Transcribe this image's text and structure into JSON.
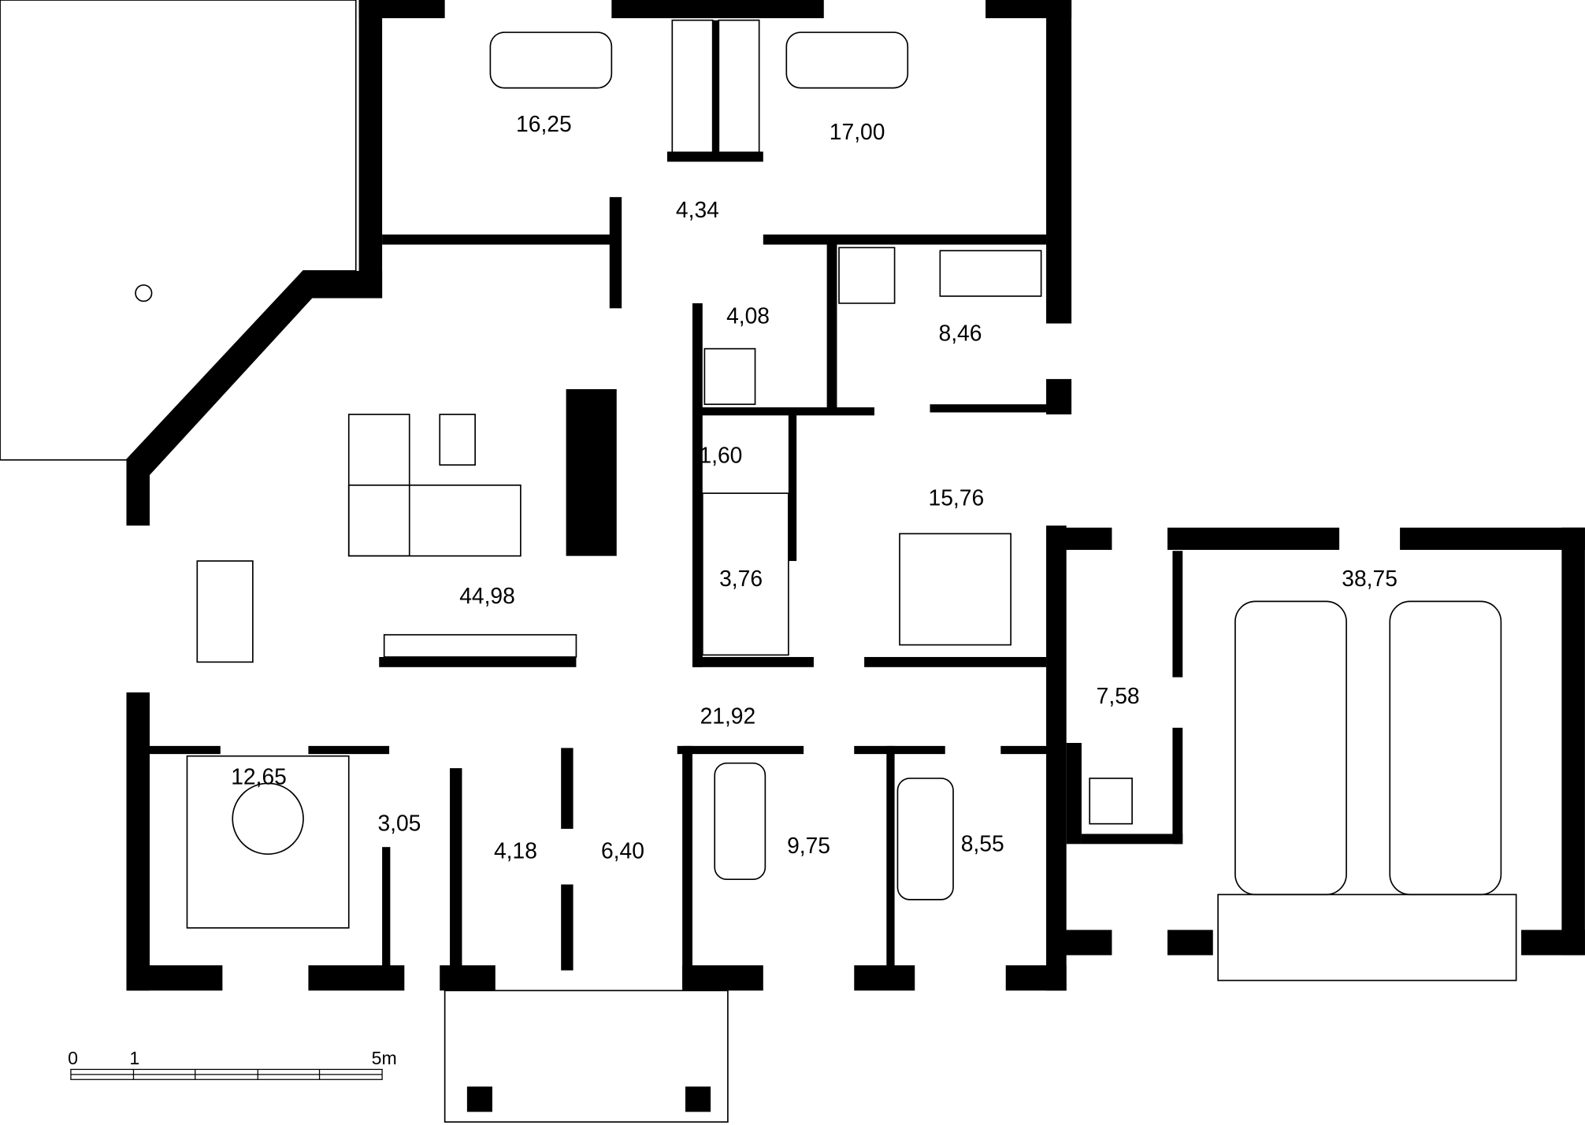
{
  "rooms": [
    {
      "id": "bedroom-1",
      "area": "16,25"
    },
    {
      "id": "bedroom-2",
      "area": "17,00"
    },
    {
      "id": "hall-upper",
      "area": "4,34"
    },
    {
      "id": "shower-room",
      "area": "4,08"
    },
    {
      "id": "bathroom",
      "area": "8,46"
    },
    {
      "id": "wc",
      "area": "1,60"
    },
    {
      "id": "master-bedroom",
      "area": "15,76"
    },
    {
      "id": "living-room",
      "area": "44,98"
    },
    {
      "id": "wardrobe",
      "area": "3,76"
    },
    {
      "id": "hallway",
      "area": "21,92"
    },
    {
      "id": "garage",
      "area": "38,75"
    },
    {
      "id": "utility",
      "area": "7,58"
    },
    {
      "id": "kitchen",
      "area": "12,65"
    },
    {
      "id": "pantry",
      "area": "3,05"
    },
    {
      "id": "closet",
      "area": "4,18"
    },
    {
      "id": "entrance",
      "area": "6,40"
    },
    {
      "id": "bedroom-3",
      "area": "9,75"
    },
    {
      "id": "bedroom-4",
      "area": "8,55"
    }
  ],
  "scale_bar": {
    "ticks": [
      "0",
      "1",
      "5m"
    ]
  },
  "colors": {
    "wall": "#000000",
    "background": "#ffffff"
  }
}
